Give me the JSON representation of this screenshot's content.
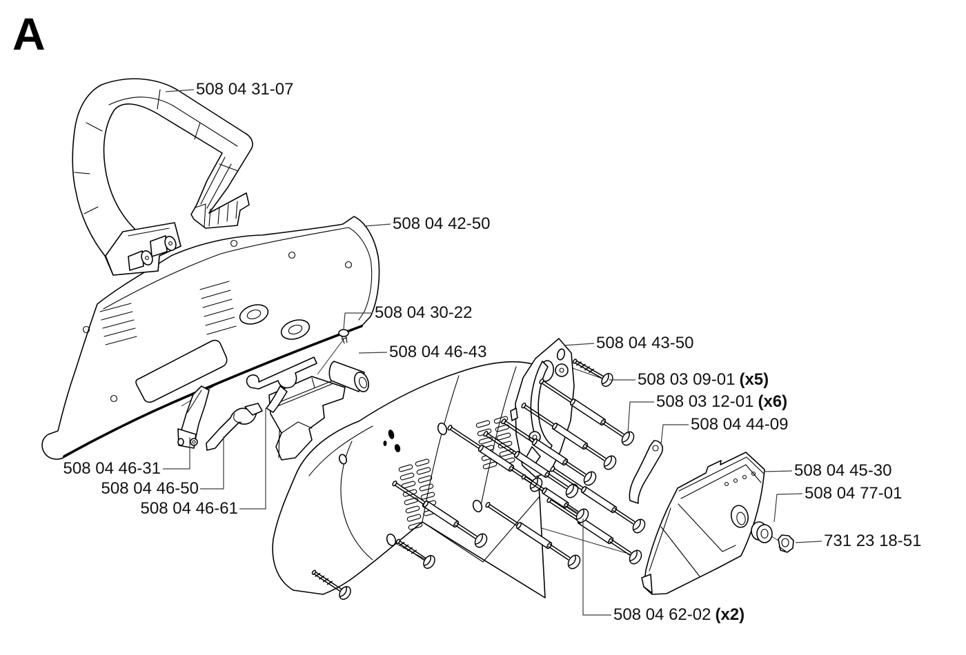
{
  "figure": {
    "section_label": "A"
  },
  "colors": {
    "background": "#ffffff",
    "line": "#000000",
    "text": "#111111",
    "leader": "#3a3a3a"
  },
  "parts": [
    {
      "id": "front-handle",
      "label": "508 04 31-07",
      "qty": ""
    },
    {
      "id": "top-cover",
      "label": "508 04 42-50",
      "qty": ""
    },
    {
      "id": "small-screw",
      "label": "508 04 30-22",
      "qty": ""
    },
    {
      "id": "throttle-rod",
      "label": "508 04 46-43",
      "qty": ""
    },
    {
      "id": "rear-bracket",
      "label": "508 04 43-50",
      "qty": ""
    },
    {
      "id": "screw-type-a",
      "label": "508 03 09-01",
      "qty": "(x5)"
    },
    {
      "id": "screw-type-b",
      "label": "508 03 12-01",
      "qty": "(x6)"
    },
    {
      "id": "brake-link",
      "label": "508 04 44-09",
      "qty": ""
    },
    {
      "id": "side-cover",
      "label": "508 04 45-30",
      "qty": ""
    },
    {
      "id": "washer",
      "label": "508 04 77-01",
      "qty": ""
    },
    {
      "id": "nut",
      "label": "731 23 18-51",
      "qty": ""
    },
    {
      "id": "screw-type-c",
      "label": "508 04 62-02",
      "qty": "(x2)"
    },
    {
      "id": "throttle-trigger",
      "label": "508 04 46-31",
      "qty": ""
    },
    {
      "id": "trigger-lockout",
      "label": "508 04 46-50",
      "qty": ""
    },
    {
      "id": "throttle-link",
      "label": "508 04 46-61",
      "qty": ""
    }
  ]
}
